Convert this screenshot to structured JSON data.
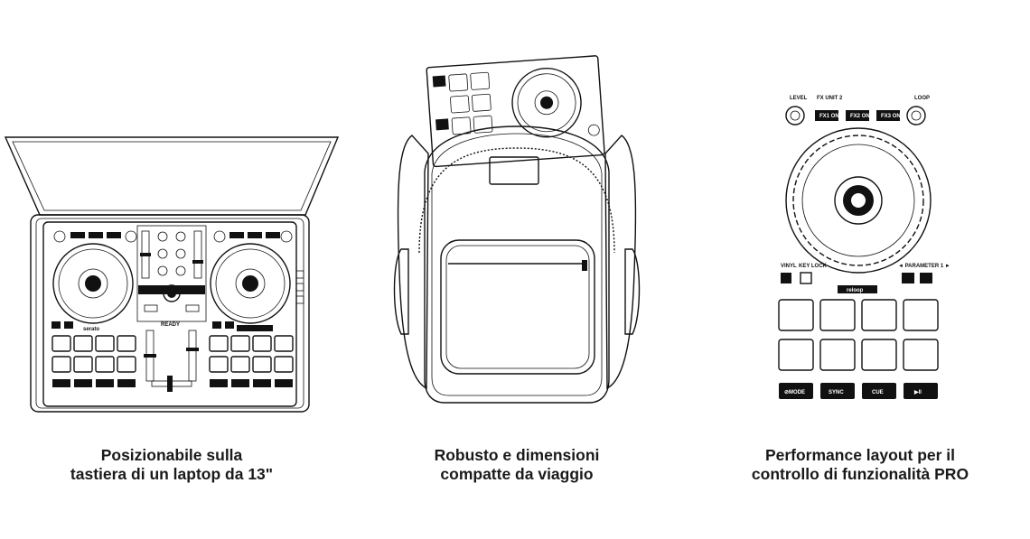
{
  "panels": [
    {
      "illustration": "laptop-with-dj-controller",
      "caption_line1": "Posizionabile sulla",
      "caption_line2": "tastiera di un laptop da 13\""
    },
    {
      "illustration": "backpack-with-dj-controller",
      "caption_line1": "Robusto e dimensioni",
      "caption_line2": "compatte da viaggio"
    },
    {
      "illustration": "controller-deck-closeup",
      "caption_line1": "Performance layout per il",
      "caption_line2": "controllo di funzionalità PRO"
    }
  ],
  "controller_labels": {
    "ready": "READY",
    "serato": "serato",
    "reloop": "reloop",
    "fx_unit": "FX UNIT 2",
    "level": "LEVEL",
    "loop": "LOOP",
    "parameter": "◄ PARAMETER 1 ►",
    "vinyl": "VINYL",
    "key_lock": "KEY LOCK",
    "fx_on_1": "FX1 ON",
    "fx_on_2": "FX2 ON",
    "fx_on_3": "FX3 ON",
    "mode": "⊘MODE",
    "sync": "SYNC",
    "cue": "CUE",
    "play": "▶II"
  }
}
